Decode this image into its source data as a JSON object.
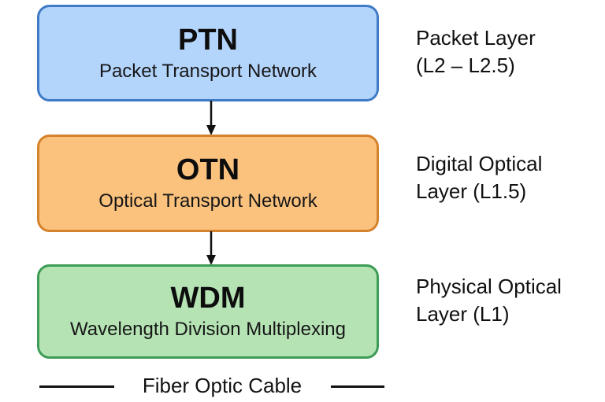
{
  "layers": [
    {
      "id": "ptn",
      "title": "PTN",
      "subtitle": "Packet Transport Network",
      "side_label_line1": "Packet Layer",
      "side_label_line2": "(L2 – L2.5)",
      "fill_color": "#b3d4fb",
      "border_color": "#3f7ac6"
    },
    {
      "id": "otn",
      "title": "OTN",
      "subtitle": "Optical Transport Network",
      "side_label_line1": "Digital Optical",
      "side_label_line2": "Layer (L1.5)",
      "fill_color": "#fbc27e",
      "border_color": "#d5822d"
    },
    {
      "id": "wdm",
      "title": "WDM",
      "subtitle": "Wavelength Division Multiplexing",
      "side_label_line1": "Physical Optical",
      "side_label_line2": "Layer (L1)",
      "fill_color": "#b5e3b4",
      "border_color": "#3d9c55"
    }
  ],
  "arrows": [
    {
      "from": "PTN",
      "to": "OTN",
      "icon": "arrow-down-icon"
    },
    {
      "from": "OTN",
      "to": "WDM",
      "icon": "arrow-down-icon"
    }
  ],
  "footer": {
    "label": "Fiber Optic Cable"
  }
}
